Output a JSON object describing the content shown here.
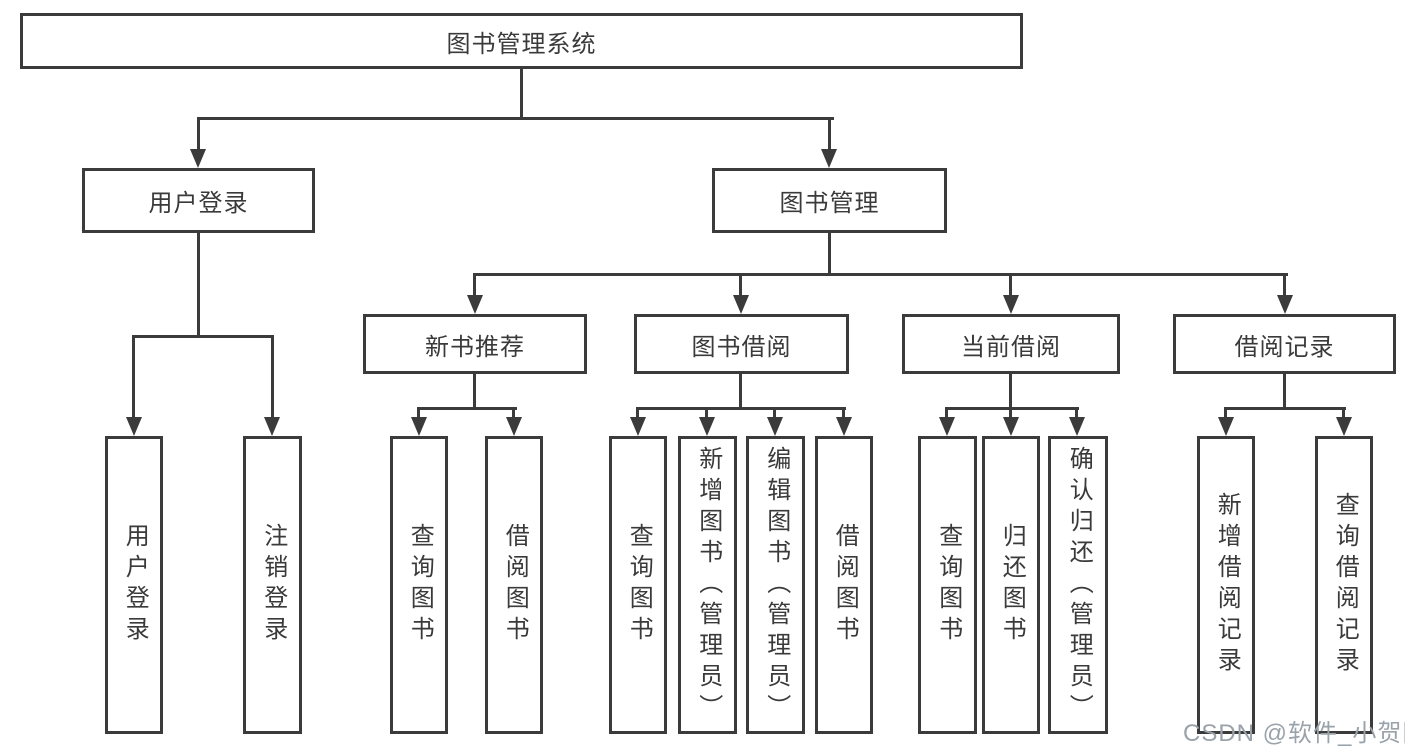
{
  "diagram": {
    "type": "tree",
    "orientation": "top-down"
  },
  "tree": {
    "label": "图书管理系统",
    "children": [
      {
        "label": "用户登录",
        "children": [
          {
            "label": "用户登录"
          },
          {
            "label": "注销登录"
          }
        ]
      },
      {
        "label": "图书管理",
        "children": [
          {
            "label": "新书推荐",
            "children": [
              {
                "label": "查询图书"
              },
              {
                "label": "借阅图书"
              }
            ]
          },
          {
            "label": "图书借阅",
            "children": [
              {
                "label": "查询图书"
              },
              {
                "label": "新增图书（管理员）"
              },
              {
                "label": "编辑图书（管理员）"
              },
              {
                "label": "借阅图书"
              }
            ]
          },
          {
            "label": "当前借阅",
            "children": [
              {
                "label": "查询图书"
              },
              {
                "label": "归还图书"
              },
              {
                "label": "确认归还（管理员）"
              }
            ]
          },
          {
            "label": "借阅记录",
            "children": [
              {
                "label": "新增借阅记录"
              },
              {
                "label": "查询借阅记录"
              }
            ]
          }
        ]
      }
    ]
  },
  "watermark": {
    "text": "CSDN @软件_小贺同学"
  },
  "colors": {
    "background": "#ffffff",
    "line": "#3b3b3b",
    "box_border": "#3b3b3b",
    "text": "#3a3a3a",
    "watermark": "#9aa2aa"
  }
}
